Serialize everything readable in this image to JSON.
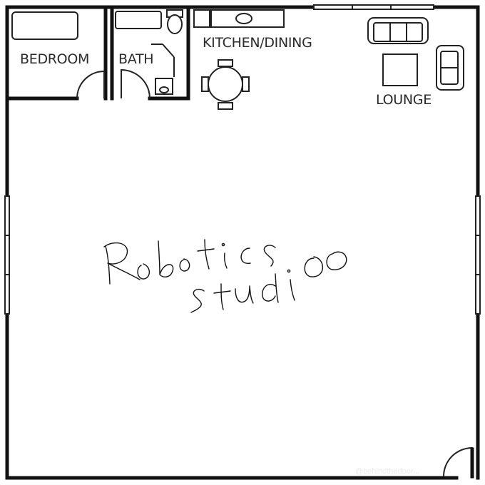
{
  "rooms": {
    "bedroom": "BEDROOM",
    "bath": "BATH",
    "kitchen_dining": "KITCHEN/DINING",
    "lounge": "LOUNGE"
  },
  "handwriting": {
    "line1": "Robotics",
    "line2": "studio"
  },
  "watermark": "@behindthedoor..."
}
